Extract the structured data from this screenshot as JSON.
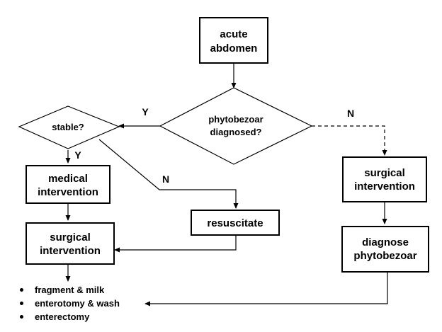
{
  "nodes": {
    "acute_abdomen": [
      "acute",
      "abdomen"
    ],
    "phytobezoar_diagnosed": [
      "phytobezoar",
      "diagnosed?"
    ],
    "stable": [
      "stable?"
    ],
    "medical_intervention": [
      "medical",
      "intervention"
    ],
    "resuscitate": [
      "resuscitate"
    ],
    "surgical_intervention_left": [
      "surgical",
      "intervention"
    ],
    "surgical_intervention_right": [
      "surgical",
      "intervention"
    ],
    "diagnose_phytobezoar": [
      "diagnose",
      "phytobezoar"
    ]
  },
  "edge_labels": {
    "diagnosed_yes": "Y",
    "diagnosed_no": "N",
    "stable_yes": "Y",
    "stable_no": "N"
  },
  "outcomes": [
    "fragment & milk",
    "enterotomy & wash",
    "enterectomy"
  ],
  "colors": {
    "line": "#000000",
    "background": "#ffffff"
  }
}
